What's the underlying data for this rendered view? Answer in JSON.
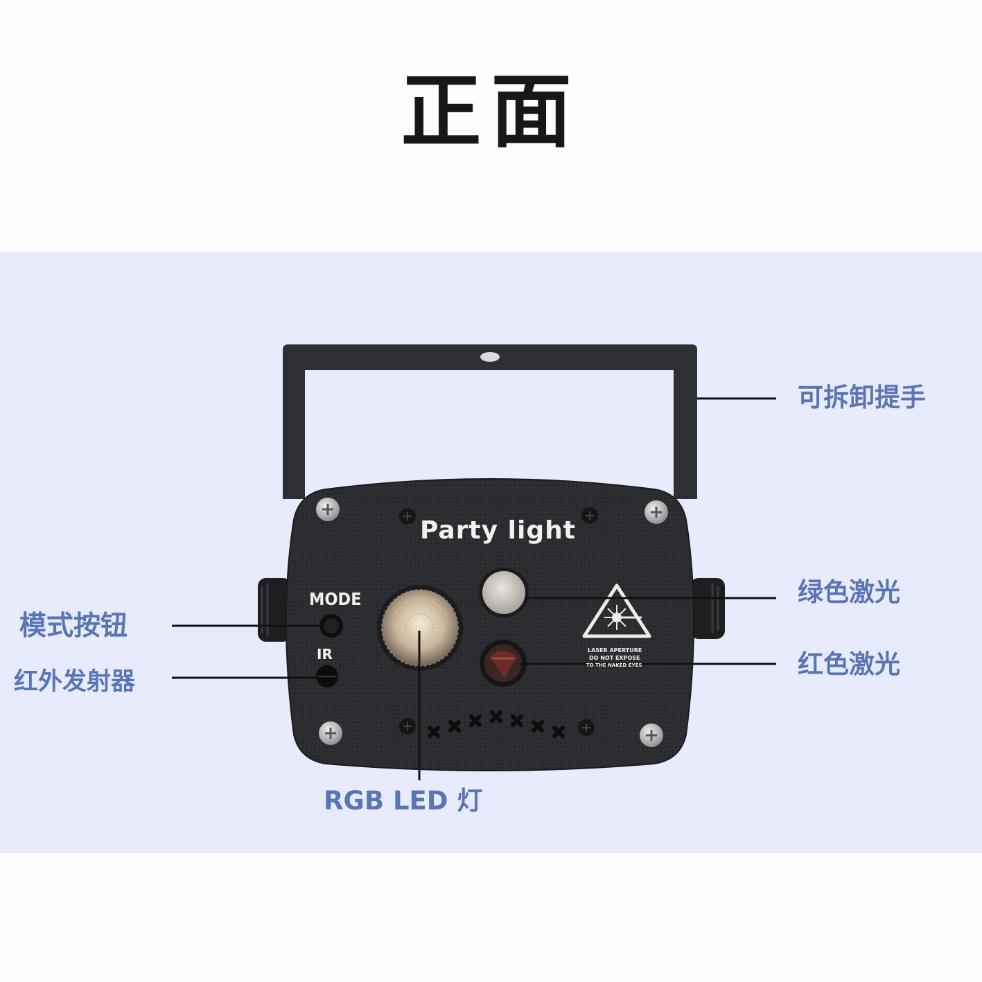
{
  "title": "正面",
  "product": {
    "brand_label": "Party  light",
    "mode_label": "MODE",
    "ir_label": "IR",
    "warning_text": [
      "LASER APERTURE",
      "DO NOT EXPOSE",
      "TO THE NAKED EYES"
    ]
  },
  "callouts": {
    "handle": "可拆卸提手",
    "green_laser": "绿色激光",
    "red_laser": "红色激光",
    "mode_button": "模式按钮",
    "ir_emitter": "红外发射器",
    "rgb_led": "RGB LED 灯"
  },
  "colors": {
    "band": "#e7ebfb",
    "callout_text": "#5a75b4",
    "title_text": "#15181a",
    "device_body": "#2a2b2e"
  }
}
